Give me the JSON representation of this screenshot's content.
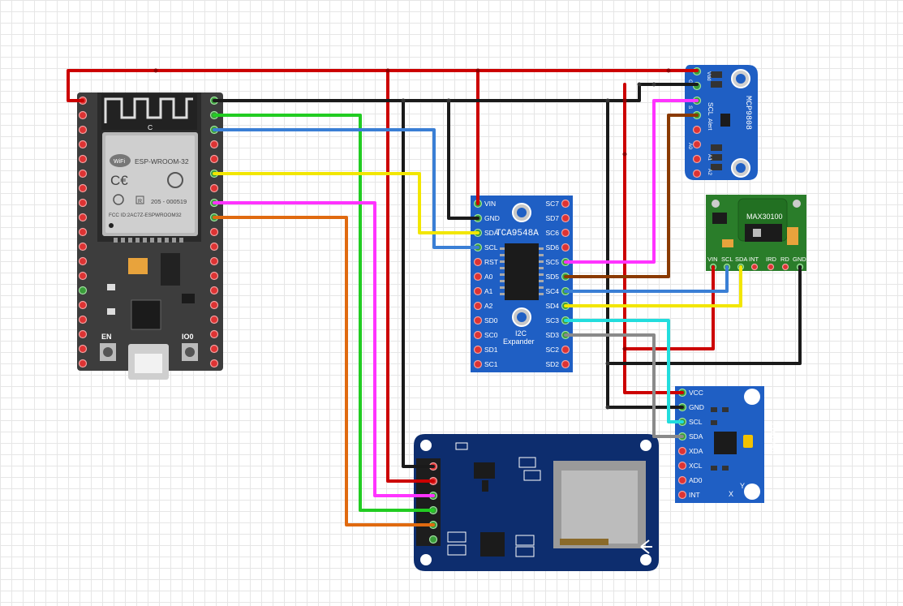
{
  "esp32": {
    "module": "ESP-WROOM-32",
    "regulatory": "205 - 000519",
    "regulatory_letter": "R",
    "fcc": "FCC ID:2AC7Z-ESPWROOM32",
    "logo": "WiFi",
    "antenna_mark": "C",
    "btn_en": "EN",
    "btn_io0": "IO0"
  },
  "tca": {
    "title": "TCA9548A",
    "subtitle_1": "I2C",
    "subtitle_2": "Expander",
    "left_pins": [
      "VIN",
      "GND",
      "SDA",
      "SCL",
      "RST",
      "A0",
      "A1",
      "A2",
      "SD0",
      "SC0",
      "SD1",
      "SC1"
    ],
    "right_pins": [
      "SC7",
      "SD7",
      "SC6",
      "SD6",
      "SC5",
      "SD5",
      "SC4",
      "SD4",
      "SC3",
      "SD3",
      "SC2",
      "SD2"
    ]
  },
  "mcp": {
    "title": "MCP9808",
    "pins": [
      "Vdd",
      "G",
      "SCL",
      "S",
      "Alert"
    ],
    "addr": [
      "A0",
      "A1",
      "A2"
    ]
  },
  "max": {
    "title": "MAX30100",
    "pins": [
      "VIN",
      "SCL",
      "SDA",
      "INT",
      "IRD",
      "RD",
      "GND"
    ]
  },
  "mpu": {
    "title": "ITG/MPU",
    "pins": [
      "VCC",
      "GND",
      "SCL",
      "SDA",
      "XDA",
      "XCL",
      "AD0",
      "INT"
    ],
    "axis_x": "X",
    "axis_y": "Y"
  },
  "colors": {
    "esp_board": "#3a3a3a",
    "breakout_blue": "#1f5fc4",
    "sd_board": "#0d2d6e",
    "max_green": "#2a7d2a",
    "wire_red": "#cc0000",
    "wire_black": "#1a1a1a",
    "wire_green": "#22cc22",
    "wire_blue": "#3a7fd5",
    "wire_yellow": "#f2e600",
    "wire_magenta": "#ff33ff",
    "wire_orange": "#e06a10",
    "wire_brown": "#8a3a00",
    "wire_cyan": "#22dddd",
    "wire_gray": "#8a8a8a"
  }
}
